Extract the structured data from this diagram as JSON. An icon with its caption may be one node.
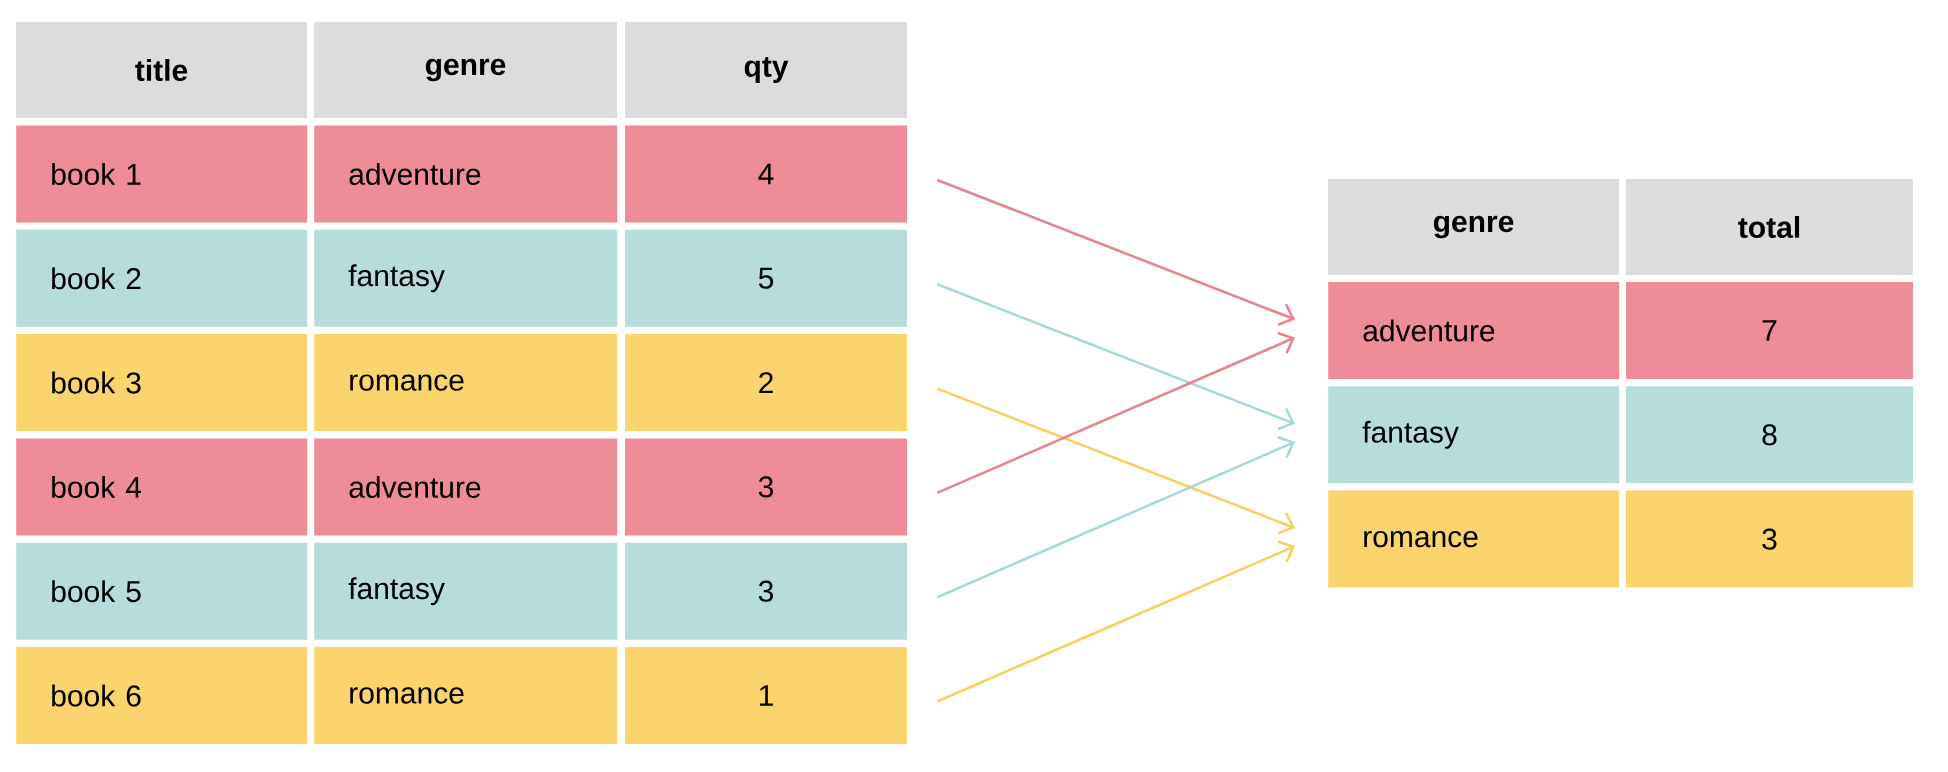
{
  "diagram": {
    "nodes": [
      {
        "text": [
          "title"
        ]
      },
      {
        "text": [
          "genre"
        ]
      },
      {
        "text": [
          "qty"
        ]
      },
      {
        "text": [
          "book 1"
        ]
      },
      {
        "text": [
          "adventure"
        ]
      },
      {
        "text": [
          "4"
        ]
      },
      {
        "text": [
          "book 2"
        ]
      },
      {
        "text": [
          "fantasy"
        ]
      },
      {
        "text": [
          "5"
        ]
      },
      {
        "text": [
          "book 3"
        ]
      },
      {
        "text": [
          "romance"
        ]
      },
      {
        "text": [
          "2"
        ]
      },
      {
        "text": [
          "book 4"
        ]
      },
      {
        "text": [
          "adventure"
        ]
      },
      {
        "text": [
          "3"
        ]
      },
      {
        "text": [
          "book 5"
        ]
      },
      {
        "text": [
          "fantasy"
        ]
      },
      {
        "text": [
          "3"
        ]
      },
      {
        "text": [
          "book 6"
        ]
      },
      {
        "text": [
          "romance"
        ]
      },
      {
        "text": [
          "1"
        ]
      },
      {
        "text": [
          "genre"
        ]
      },
      {
        "text": [
          "total"
        ]
      },
      {
        "text": [
          "adventure"
        ]
      },
      {
        "text": [
          "7"
        ]
      },
      {
        "text": [
          "fantasy"
        ]
      },
      {
        "text": [
          "8"
        ]
      },
      {
        "text": [
          "romance"
        ]
      },
      {
        "text": [
          "3"
        ]
      }
    ],
    "edges": [
      {
        "from": 5,
        "to": 23,
        "arrow": "to",
        "color": "#e8848f"
      },
      {
        "from": 8,
        "to": 25,
        "arrow": "to",
        "color": "#a9d8d8"
      },
      {
        "from": 11,
        "to": 27,
        "arrow": "to",
        "color": "#f9cf5e"
      },
      {
        "from": 14,
        "to": 23,
        "arrow": "to",
        "color": "#e8848f"
      },
      {
        "from": 17,
        "to": 25,
        "arrow": "to",
        "color": "#a9d8d8"
      },
      {
        "from": 20,
        "to": 27,
        "arrow": "to",
        "color": "#f9cf5e"
      }
    ]
  }
}
